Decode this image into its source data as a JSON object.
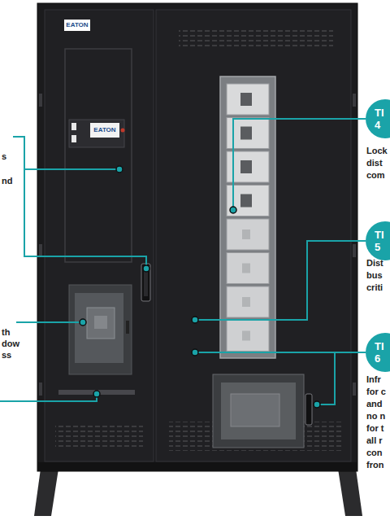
{
  "diagram": {
    "nodes": [
      {
        "text": [
          "TI",
          "4"
        ]
      },
      {
        "text": [
          "TI",
          "5"
        ]
      },
      {
        "text": [
          "TI",
          "6"
        ]
      }
    ],
    "labels": [
      "EATON",
      "EATON",
      "s nd",
      "th dow ss",
      "Lock dist com",
      "Dist bus criti",
      "Infr for c and no n for t all r con fron"
    ]
  }
}
